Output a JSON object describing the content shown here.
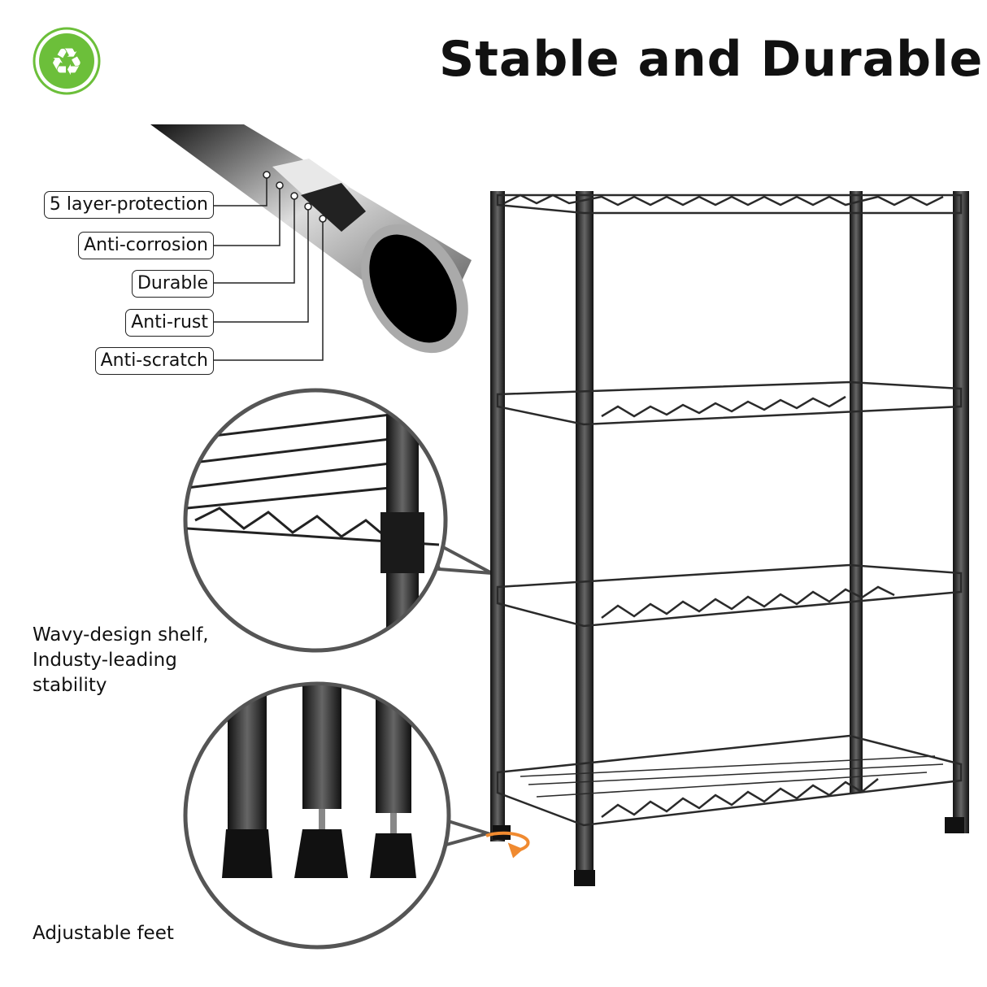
{
  "title": "Stable and Durable",
  "logo": {
    "icon": "recycle-icon",
    "color": "#6cbf3a"
  },
  "layers": [
    {
      "label": "5 layer-protection"
    },
    {
      "label": "Anti-corrosion"
    },
    {
      "label": "Durable"
    },
    {
      "label": "Anti-rust"
    },
    {
      "label": "Anti-scratch"
    }
  ],
  "features": {
    "shelf_caption_lines": [
      "Wavy-design shelf,",
      "Industy-leading",
      "stability"
    ],
    "feet_caption": "Adjustable feet"
  },
  "colors": {
    "rotate_arrow": "#f08a30",
    "frame": "#2a2a2a"
  }
}
